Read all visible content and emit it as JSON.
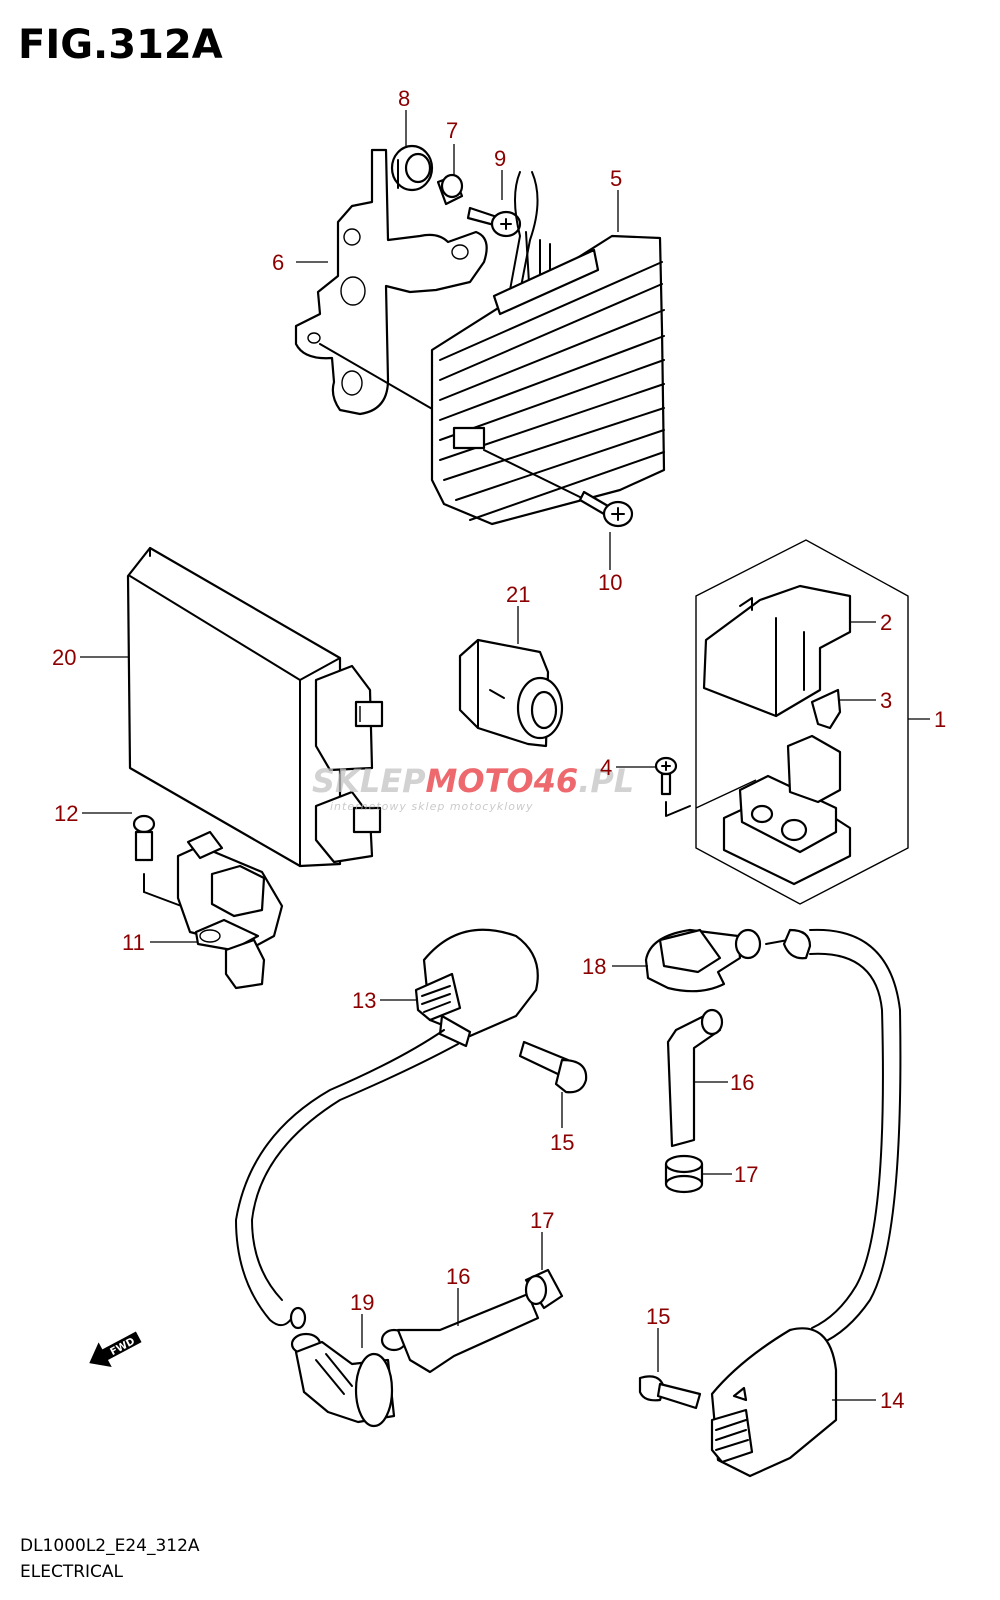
{
  "figure": {
    "title": "FIG.312A",
    "code": "DL1000L2_E24_312A",
    "section": "ELECTRICAL"
  },
  "watermark": {
    "brand_part1": "SKLEP",
    "brand_part2": "MOTO",
    "brand_part3": "46",
    "brand_part4": ".PL",
    "tagline": "internetowy sklep motocyklowy"
  },
  "direction_badge": "FWD",
  "callouts": [
    {
      "id": "c8",
      "label": "8"
    },
    {
      "id": "c7",
      "label": "7"
    },
    {
      "id": "c9",
      "label": "9"
    },
    {
      "id": "c5",
      "label": "5"
    },
    {
      "id": "c6",
      "label": "6"
    },
    {
      "id": "c10",
      "label": "10"
    },
    {
      "id": "c21",
      "label": "21"
    },
    {
      "id": "c2",
      "label": "2"
    },
    {
      "id": "c3",
      "label": "3"
    },
    {
      "id": "c1",
      "label": "1"
    },
    {
      "id": "c20",
      "label": "20"
    },
    {
      "id": "c4",
      "label": "4"
    },
    {
      "id": "c12",
      "label": "12"
    },
    {
      "id": "c11",
      "label": "11"
    },
    {
      "id": "c18",
      "label": "18"
    },
    {
      "id": "c13",
      "label": "13"
    },
    {
      "id": "c16a",
      "label": "16"
    },
    {
      "id": "c15a",
      "label": "15"
    },
    {
      "id": "c17a",
      "label": "17"
    },
    {
      "id": "c17b",
      "label": "17"
    },
    {
      "id": "c16b",
      "label": "16"
    },
    {
      "id": "c19",
      "label": "19"
    },
    {
      "id": "c15b",
      "label": "15"
    },
    {
      "id": "c14",
      "label": "14"
    }
  ],
  "colors": {
    "callout": "#8b0000",
    "watermark_gray": "#c4c4c4",
    "watermark_red": "#e8383d"
  }
}
